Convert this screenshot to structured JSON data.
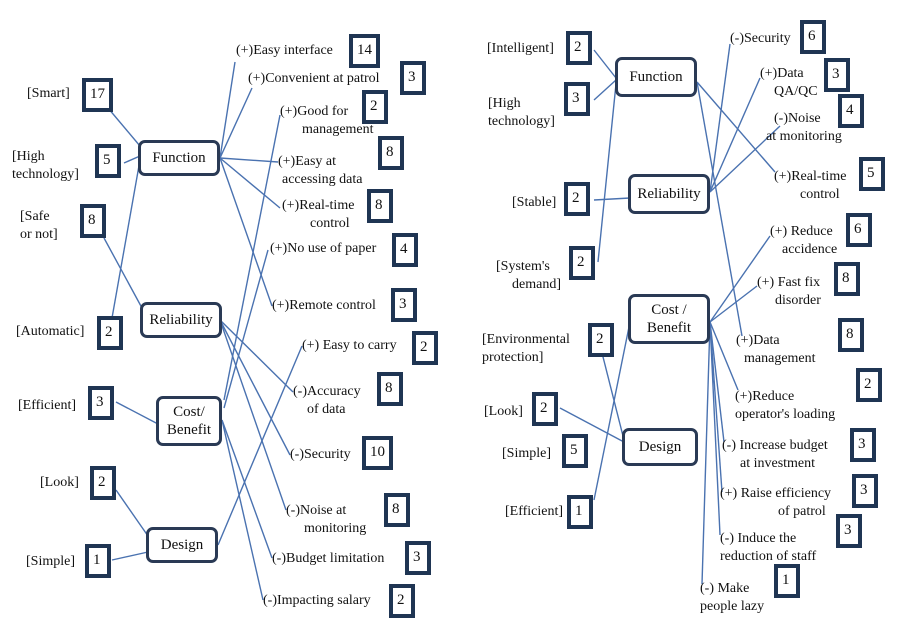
{
  "left": {
    "attributes": [
      {
        "label": "[Smart]",
        "count": "17"
      },
      {
        "label1": "[High",
        "label2": "technology]",
        "count": "5"
      },
      {
        "label1": "[Safe",
        "label2": "or not]",
        "count": "8"
      },
      {
        "label": "[Automatic]",
        "count": "2"
      },
      {
        "label": "[Efficient]",
        "count": "3"
      },
      {
        "label": "[Look]",
        "count": "2"
      },
      {
        "label": "[Simple]",
        "count": "1"
      }
    ],
    "categories": {
      "function": "Function",
      "reliability": "Reliability",
      "cost1": "Cost/",
      "cost2": "Benefit",
      "design": "Design"
    },
    "items": [
      {
        "label1": "(+)Easy interface",
        "count": "14"
      },
      {
        "label1": "(+)Convenient at patrol",
        "count": "3"
      },
      {
        "label1": "(+)Good for",
        "label2": "management",
        "count": "2"
      },
      {
        "label1": "(+)Easy at",
        "label2": "accessing data",
        "count": "8"
      },
      {
        "label1": "(+)Real-time",
        "label2": "control",
        "count": "8"
      },
      {
        "label1": "(+)No use of paper",
        "count": "4"
      },
      {
        "label1": "(+)Remote control",
        "count": "3"
      },
      {
        "label1": "(+) Easy to carry",
        "count": "2"
      },
      {
        "label1": "(-)Accuracy",
        "label2": "of data",
        "count": "8"
      },
      {
        "label1": "(-)Security",
        "count": "10"
      },
      {
        "label1": "(-)Noise at",
        "label2": "monitoring",
        "count": "8"
      },
      {
        "label1": "(-)Budget limitation",
        "count": "3"
      },
      {
        "label1": "(-)Impacting salary",
        "count": "2"
      }
    ]
  },
  "right": {
    "attributes": [
      {
        "label": "[Intelligent]",
        "count": "2"
      },
      {
        "label1": "[High",
        "label2": "technology]",
        "count": "3"
      },
      {
        "label": "[Stable]",
        "count": "2"
      },
      {
        "label1": "[System's",
        "label2": "demand]",
        "count": "2"
      },
      {
        "label1": "[Environmental",
        "label2": "protection]",
        "count": "2"
      },
      {
        "label": "[Look]",
        "count": "2"
      },
      {
        "label": "[Simple]",
        "count": "5"
      },
      {
        "label": "[Efficient]",
        "count": "1"
      }
    ],
    "categories": {
      "function": "Function",
      "reliability": "Reliability",
      "cost1": "Cost /",
      "cost2": "Benefit",
      "design": "Design"
    },
    "items": [
      {
        "label1": "(-)Security",
        "count": "6"
      },
      {
        "label1": "(+)Data",
        "label2": "QA/QC",
        "count": "3"
      },
      {
        "label1": "(-)Noise",
        "label2": "at monitoring",
        "count": "4"
      },
      {
        "label1": "(+)Real-time",
        "label2": "control",
        "count": "5"
      },
      {
        "label1": "(+) Reduce",
        "label2": "accidence",
        "count": "6"
      },
      {
        "label1": "(+) Fast fix",
        "label2": "disorder",
        "count": "8"
      },
      {
        "label1": "(+)Data",
        "label2": "management",
        "count": "8"
      },
      {
        "label1": "(+)Reduce",
        "label2": "operator's loading",
        "count": "2"
      },
      {
        "label1": "(-) Increase budget",
        "label2": "at investment",
        "count": "3"
      },
      {
        "label1": "(+) Raise efficiency",
        "label2": "of patrol",
        "count": "3"
      },
      {
        "label1": "(-) Induce the",
        "label2": "reduction of staff",
        "count": "3"
      },
      {
        "label1": "(-) Make",
        "label2": "people lazy",
        "count": "1"
      }
    ]
  },
  "colors": {
    "line": "#4a72b0",
    "box": "#1f3553"
  }
}
